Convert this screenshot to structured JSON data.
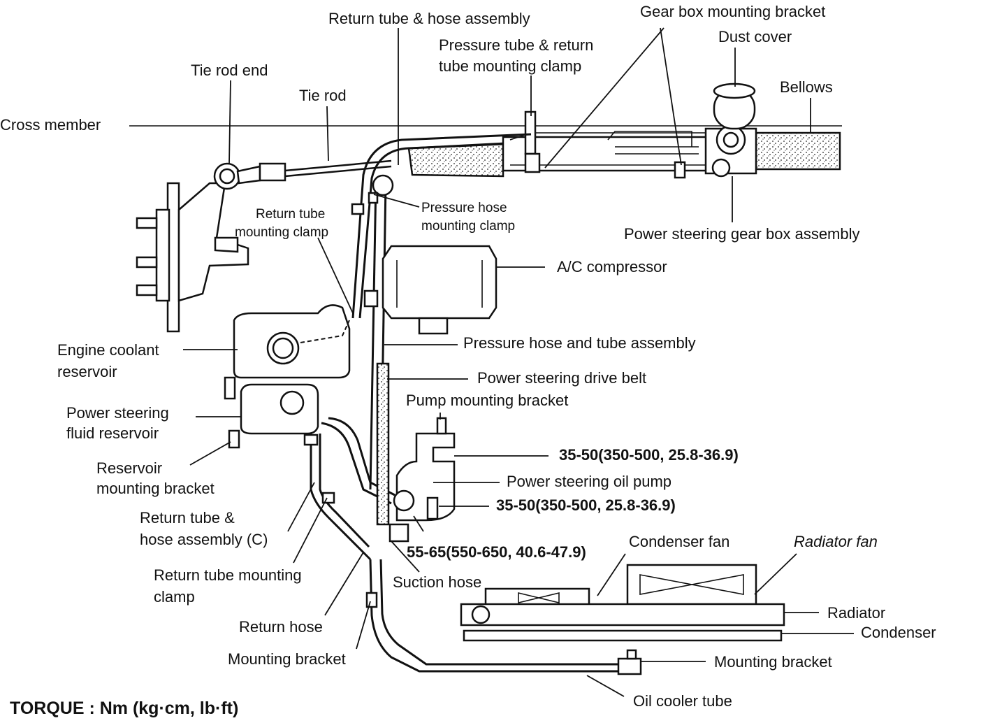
{
  "labels": {
    "return_tube_hose_assembly": "Return tube & hose assembly",
    "gear_box_mounting_bracket": "Gear box mounting bracket",
    "dust_cover": "Dust cover",
    "pressure_tube_clamp_1": "Pressure tube & return",
    "pressure_tube_clamp_2": "tube mounting clamp",
    "tie_rod_end": "Tie rod end",
    "tie_rod": "Tie rod",
    "bellows": "Bellows",
    "cross_member": "Cross member",
    "return_tube_mounting_clamp_top_1": "Return tube",
    "return_tube_mounting_clamp_top_2": "mounting clamp",
    "pressure_hose_mounting_clamp_1": "Pressure hose",
    "pressure_hose_mounting_clamp_2": "mounting clamp",
    "power_steering_gear_box_assembly": "Power steering gear box assembly",
    "ac_compressor": "A/C compressor",
    "engine_coolant_reservoir_1": "Engine coolant",
    "engine_coolant_reservoir_2": "reservoir",
    "pressure_hose_tube_assembly": "Pressure hose and tube assembly",
    "power_steering_drive_belt": "Power steering drive belt",
    "power_steering_fluid_reservoir_1": "Power steering",
    "power_steering_fluid_reservoir_2": "fluid reservoir",
    "pump_mounting_bracket": "Pump mounting bracket",
    "torque_pump_bracket": "35-50(350-500, 25.8-36.9)",
    "reservoir_mounting_bracket_1": "Reservoir",
    "reservoir_mounting_bracket_2": "mounting bracket",
    "power_steering_oil_pump": "Power steering oil pump",
    "torque_oil_pump": "35-50(350-500, 25.8-36.9)",
    "return_tube_hose_assembly_c_1": "Return tube &",
    "return_tube_hose_assembly_c_2": "hose assembly (C)",
    "torque_suction": "55-65(550-650, 40.6-47.9)",
    "condenser_fan": "Condenser fan",
    "radiator_fan": "Radiator fan",
    "return_tube_mounting_clamp_1": "Return tube mounting",
    "return_tube_mounting_clamp_2": "clamp",
    "suction_hose": "Suction hose",
    "radiator": "Radiator",
    "return_hose": "Return hose",
    "condenser": "Condenser",
    "mounting_bracket_left": "Mounting bracket",
    "mounting_bracket_right": "Mounting bracket",
    "oil_cooler_tube": "Oil cooler tube"
  },
  "footer": {
    "torque_units": "TORQUE : Nm (kg·cm, lb·ft)"
  }
}
